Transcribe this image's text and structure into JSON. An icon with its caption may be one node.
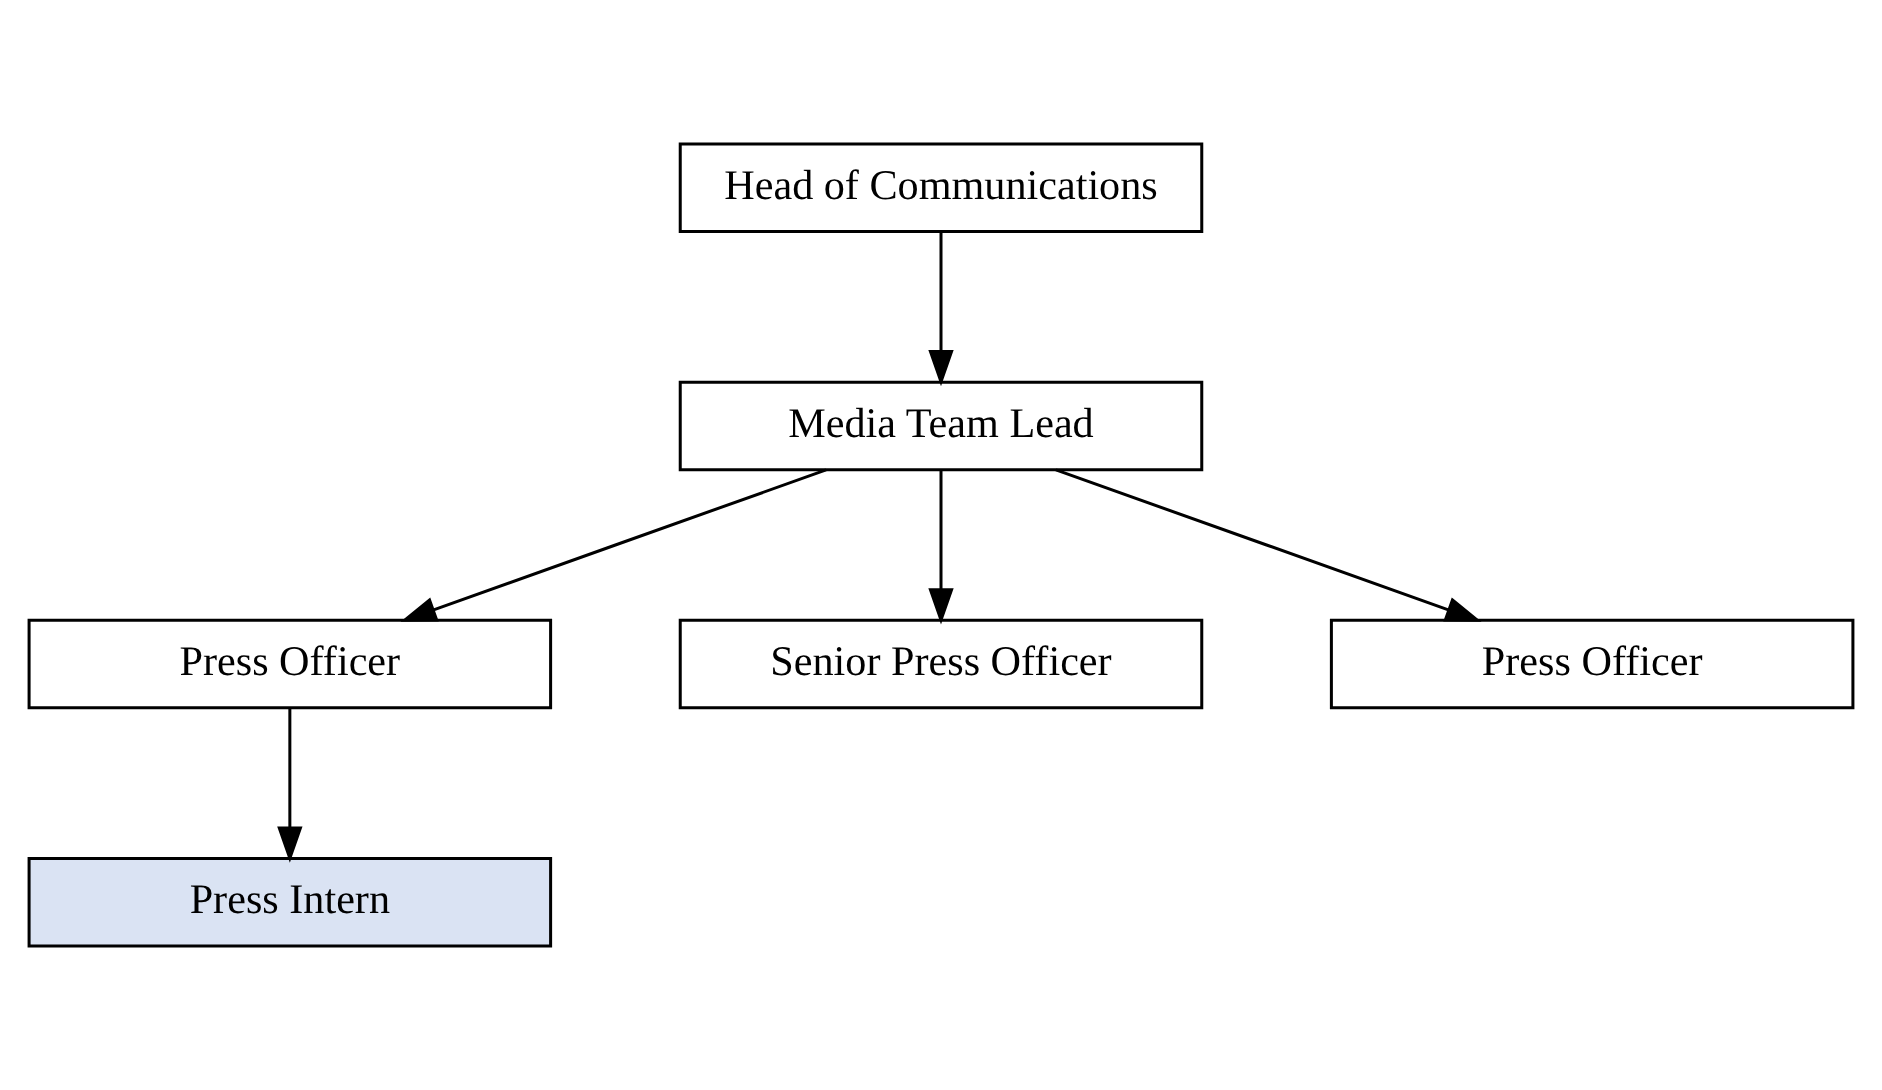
{
  "diagram": {
    "nodes": [
      {
        "text": [
          "Head of Communications"
        ]
      },
      {
        "text": [
          "Media Team Lead"
        ]
      },
      {
        "text": [
          "Senior Press Officer"
        ]
      },
      {
        "text": [
          "Press Officer"
        ]
      },
      {
        "text": [
          "Press Officer"
        ]
      },
      {
        "text": [
          "Press Intern"
        ]
      }
    ],
    "edges": [
      {
        "from": 0,
        "to": 1,
        "arrow": "to"
      },
      {
        "from": 1,
        "to": 3,
        "arrow": "to"
      },
      {
        "from": 1,
        "to": 2,
        "arrow": "to"
      },
      {
        "from": 1,
        "to": 4,
        "arrow": "to"
      },
      {
        "from": 3,
        "to": 5,
        "arrow": "to"
      }
    ]
  }
}
